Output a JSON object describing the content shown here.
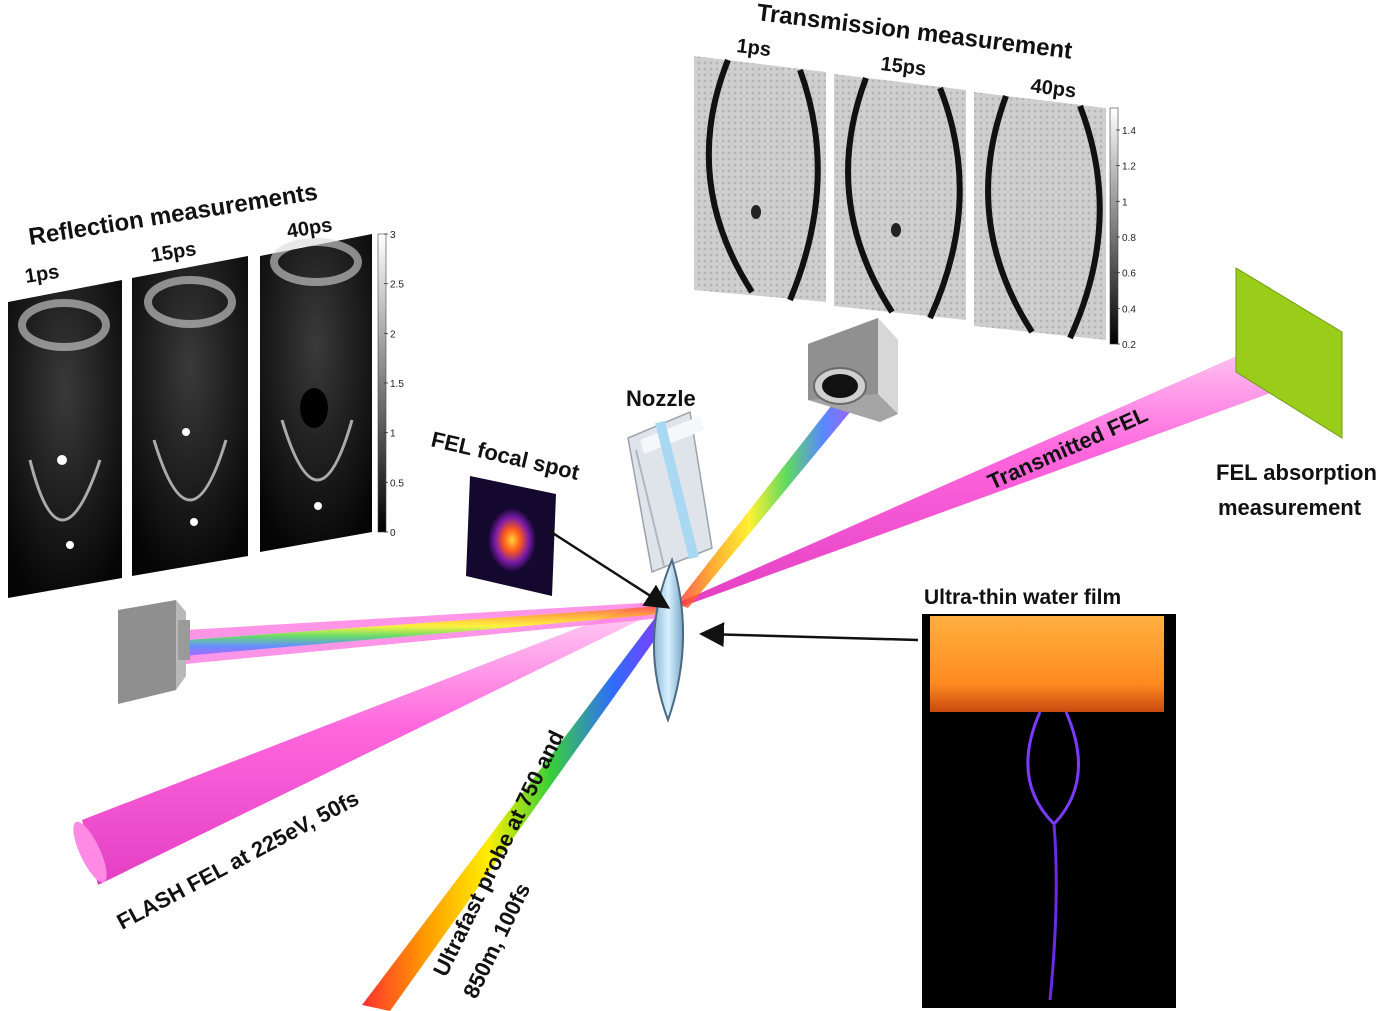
{
  "labels": {
    "reflection_title": "Reflection measurements",
    "reflection_t1": "1ps",
    "reflection_t2": "15ps",
    "reflection_t3": "40ps",
    "transmission_title": "Transmission measurement",
    "transmission_t1": "1ps",
    "transmission_t2": "15ps",
    "transmission_t3": "40ps",
    "focal_spot": "FEL focal spot",
    "nozzle": "Nozzle",
    "transmitted_fel": "Transmitted FEL",
    "absorption_line1": "FEL absorption",
    "absorption_line2": "measurement",
    "water_film": "Ultra-thin water film",
    "flash_fel": "FLASH FEL at 225eV, 50fs",
    "probe_line1": "Ultrafast probe at 750 and",
    "probe_line2": "850m, 100fs"
  },
  "reflection_colorbar": {
    "ticks": [
      "3",
      "2.5",
      "2",
      "1.5",
      "1",
      "0.5",
      "0"
    ]
  },
  "transmission_colorbar": {
    "ticks": [
      "1.4",
      "1.2",
      "1",
      "0.8",
      "0.6",
      "0.4",
      "0.2"
    ]
  },
  "colors": {
    "fel_beam": "#ff66dd",
    "absorption_screen": "#9acd1a",
    "water_film_top": "#ff9a2a",
    "arrow": "#111111"
  }
}
